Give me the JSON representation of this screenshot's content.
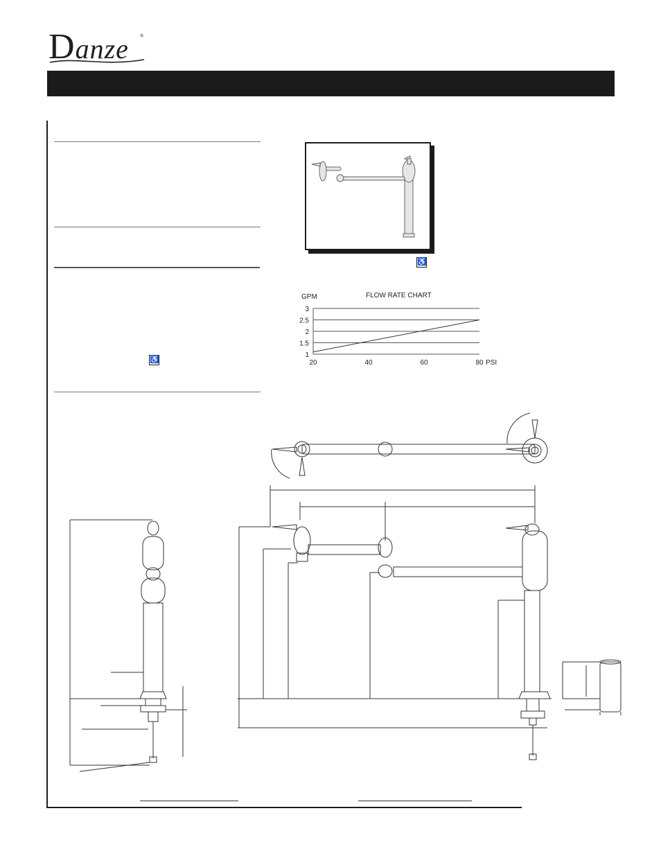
{
  "brand": {
    "name": "Danze",
    "trademark": "®"
  },
  "accessibility": {
    "icon": "wheelchair-accessible-icon",
    "glyph": "♿"
  },
  "colors": {
    "title_bar": "#1b1b1b",
    "ink": "#1a1a1a",
    "chart_lines": "#555555"
  },
  "chart_data": {
    "type": "line",
    "title": "FLOW RATE CHART",
    "ylabel": "GPM",
    "xlabel": "PSI",
    "x_ticks": [
      "20",
      "40",
      "60",
      "80"
    ],
    "y_ticks": [
      "3",
      "2.5",
      "2",
      "1.5",
      "1"
    ],
    "xlim": [
      20,
      80
    ],
    "ylim": [
      1,
      3
    ],
    "grid": true,
    "series": [
      {
        "x": [
          20,
          80
        ],
        "values": [
          1.1,
          2.5
        ]
      }
    ]
  }
}
